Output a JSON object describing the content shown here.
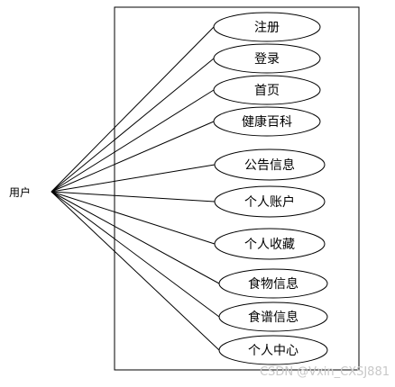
{
  "diagram": {
    "actor": {
      "label": "用户"
    },
    "use_cases": [
      {
        "label": "注册"
      },
      {
        "label": "登录"
      },
      {
        "label": "首页"
      },
      {
        "label": "健康百科"
      },
      {
        "label": "公告信息"
      },
      {
        "label": "个人账户"
      },
      {
        "label": "个人收藏"
      },
      {
        "label": "食物信息"
      },
      {
        "label": "食谱信息"
      },
      {
        "label": "个人中心"
      }
    ]
  },
  "watermark": {
    "text": "CSDN @Vxin_CXSJ881"
  }
}
